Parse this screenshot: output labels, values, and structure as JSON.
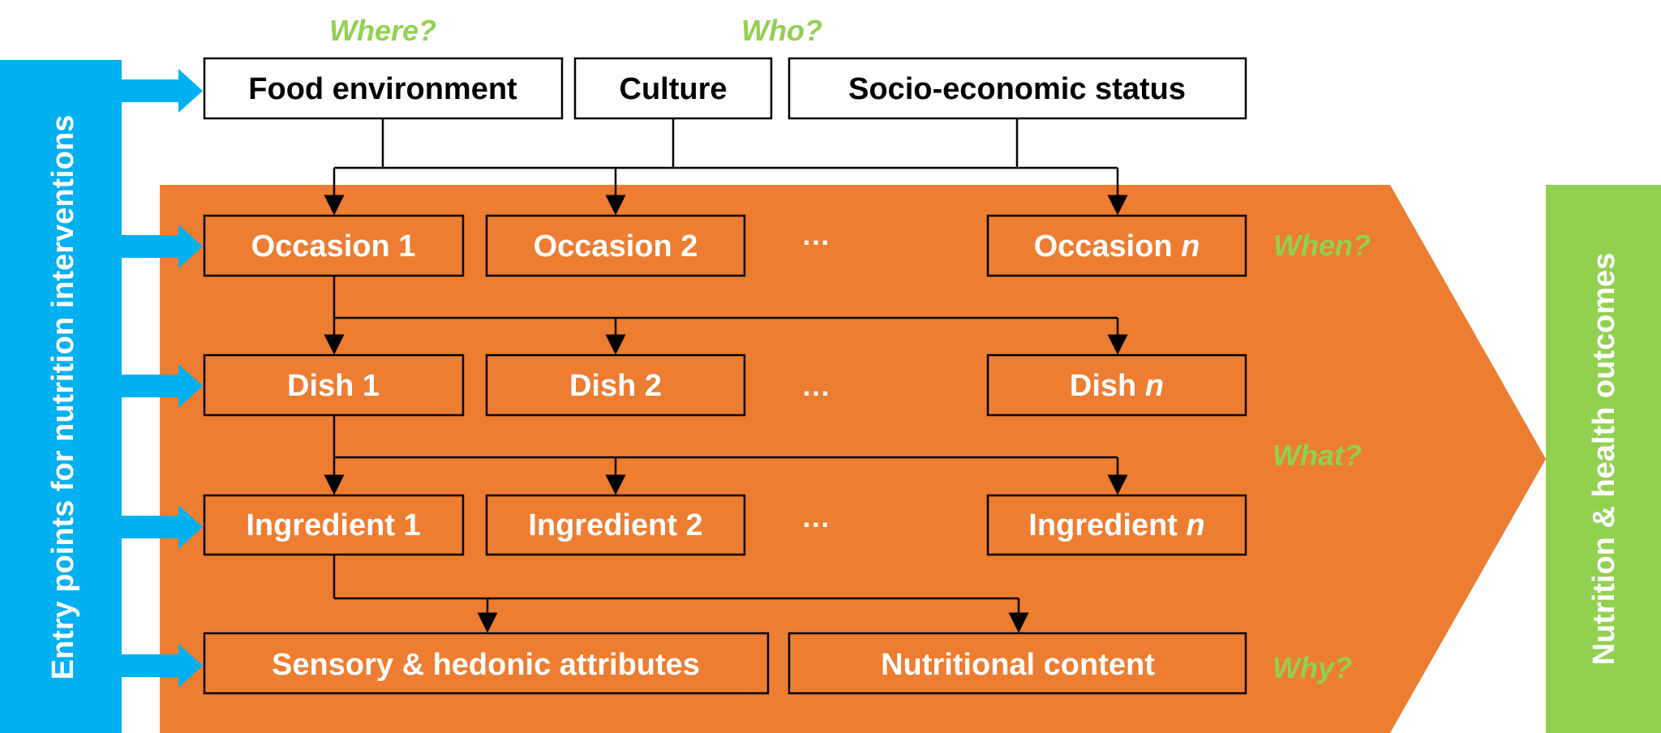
{
  "colors": {
    "entry_bar": "#00B0F0",
    "outcome_bar": "#92D050",
    "orange_panel": "#ED7D31",
    "question": "#92D050"
  },
  "left_bar": {
    "label": "Entry points for nutrition interventions"
  },
  "right_bar": {
    "label": "Nutrition & health outcomes"
  },
  "questions": {
    "where": "Where?",
    "who": "Who?",
    "when": "When?",
    "what": "What?",
    "why": "Why?"
  },
  "context": {
    "food_environment": "Food environment",
    "culture": "Culture",
    "ses": "Socio-economic status"
  },
  "occasions": {
    "item1": "Occasion 1",
    "item2": "Occasion 2",
    "prefix_n": "Occasion",
    "n": "n"
  },
  "dishes": {
    "item1": "Dish 1",
    "item2": "Dish 2",
    "prefix_n": "Dish",
    "n": "n"
  },
  "ingredients": {
    "item1": "Ingredient 1",
    "item2": "Ingredient 2",
    "prefix_n": "Ingredient",
    "n": "n"
  },
  "ellipsis": "…",
  "attributes": {
    "sensory": "Sensory & hedonic attributes",
    "nutritional": "Nutritional content"
  }
}
